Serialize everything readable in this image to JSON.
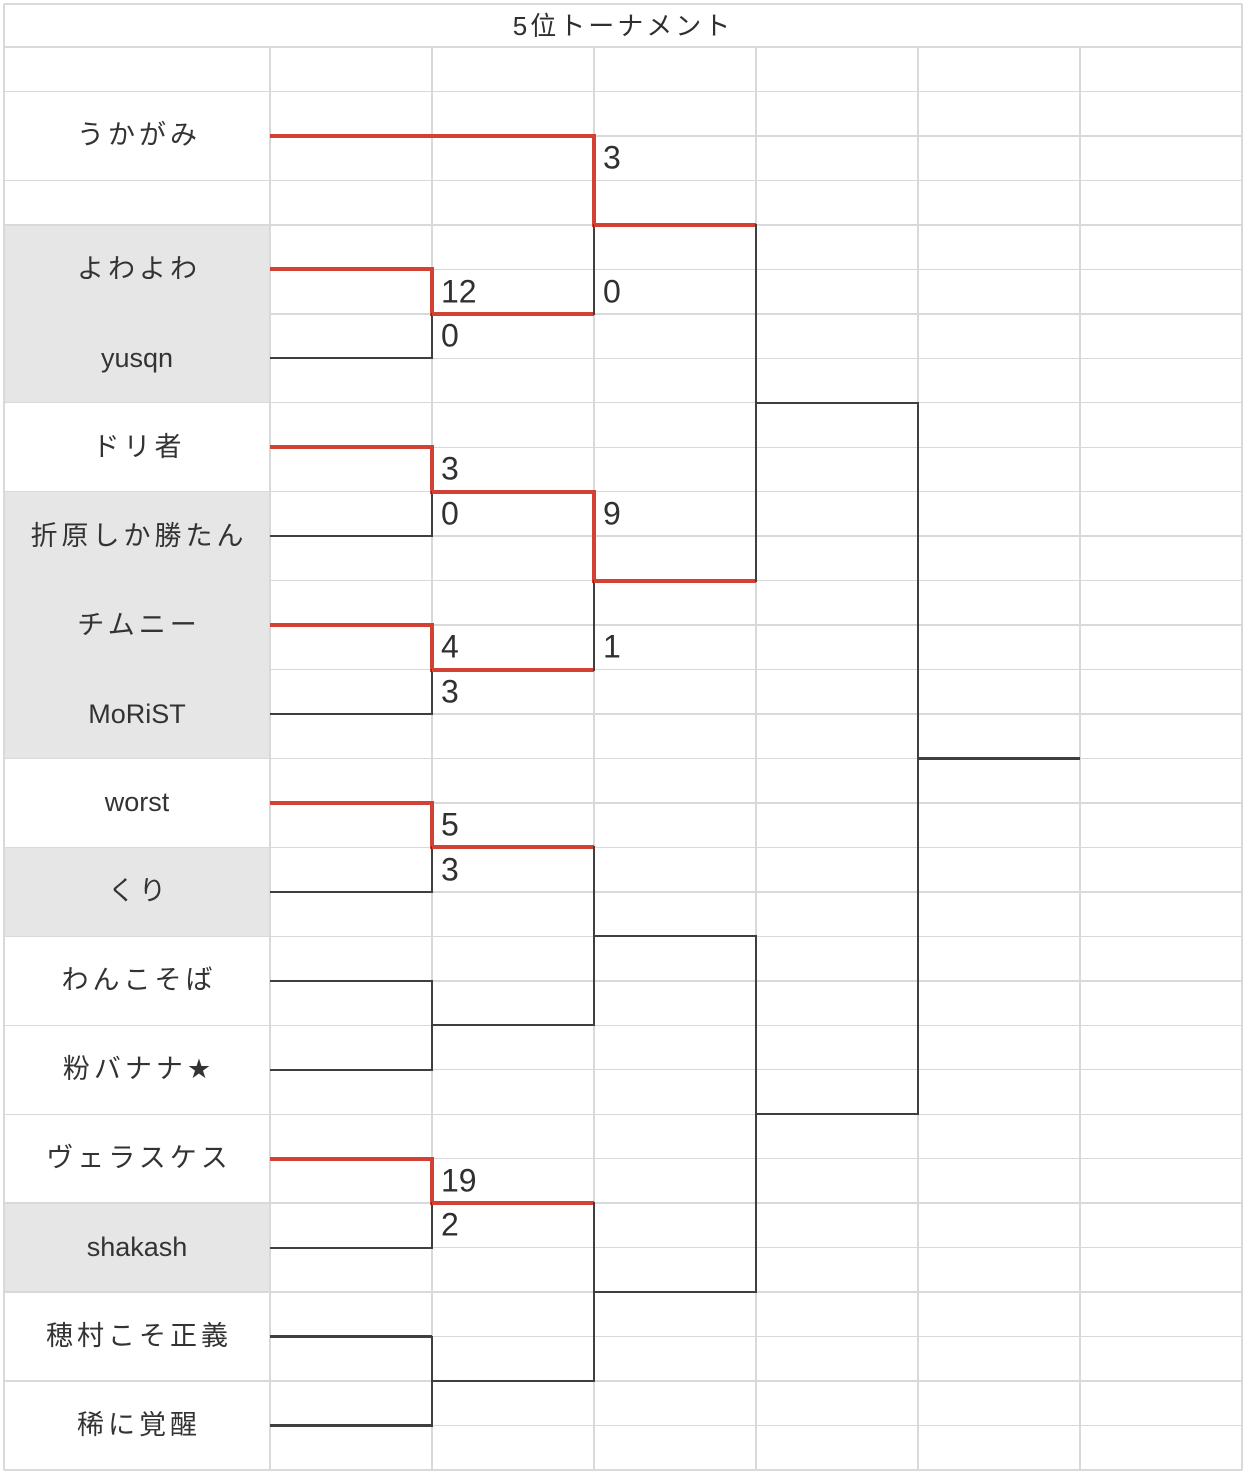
{
  "title": "5位トーナメント",
  "colors": {
    "winner_path": "#d24134",
    "bracket_line": "#3f3f3f",
    "gridline": "#d9d9d9",
    "shaded_cell": "#e6e6e6",
    "text": "#333333",
    "background": "#ffffff"
  },
  "players": [
    {
      "name": "うかがみ",
      "shaded": false
    },
    {
      "name": "よわよわ",
      "shaded": true
    },
    {
      "name": "yusqn",
      "shaded": true
    },
    {
      "name": "ドリ者",
      "shaded": false
    },
    {
      "name": "折原しか勝たん",
      "shaded": true
    },
    {
      "name": "チムニー",
      "shaded": true
    },
    {
      "name": "MoRiST",
      "shaded": true
    },
    {
      "name": "worst",
      "shaded": false
    },
    {
      "name": "くり",
      "shaded": true
    },
    {
      "name": "わんこそば",
      "shaded": false
    },
    {
      "name": "粉バナナ★",
      "shaded": false
    },
    {
      "name": "ヴェラスケス",
      "shaded": false
    },
    {
      "name": "shakash",
      "shaded": true
    },
    {
      "name": "穂村こそ正義",
      "shaded": false
    },
    {
      "name": "稀に覚醒",
      "shaded": false
    }
  ],
  "matches": [
    {
      "id": "m1",
      "round": 1,
      "top": {
        "slot": 1
      },
      "bottom": {
        "slot": 2
      },
      "winner": "top",
      "scores": [
        "12",
        "0"
      ]
    },
    {
      "id": "m2",
      "round": 1,
      "top": {
        "slot": 3
      },
      "bottom": {
        "slot": 4
      },
      "winner": "top",
      "scores": [
        "3",
        "0"
      ]
    },
    {
      "id": "m3",
      "round": 1,
      "top": {
        "slot": 5
      },
      "bottom": {
        "slot": 6
      },
      "winner": "top",
      "scores": [
        "4",
        "3"
      ]
    },
    {
      "id": "m4",
      "round": 1,
      "top": {
        "slot": 7
      },
      "bottom": {
        "slot": 8
      },
      "winner": "top",
      "scores": [
        "5",
        "3"
      ]
    },
    {
      "id": "m5",
      "round": 1,
      "top": {
        "slot": 9
      },
      "bottom": {
        "slot": 10
      },
      "winner": null,
      "scores": [
        null,
        null
      ]
    },
    {
      "id": "m6",
      "round": 1,
      "top": {
        "slot": 11
      },
      "bottom": {
        "slot": 12
      },
      "winner": "top",
      "scores": [
        "19",
        "2"
      ]
    },
    {
      "id": "m7",
      "round": 1,
      "top": {
        "slot": 13
      },
      "bottom": {
        "slot": 14
      },
      "winner": null,
      "scores": [
        null,
        null
      ]
    },
    {
      "id": "m8",
      "round": 2,
      "top": {
        "slot": 0
      },
      "bottom": {
        "match": "m1"
      },
      "winner": "top",
      "scores": [
        "3",
        "0"
      ]
    },
    {
      "id": "m9",
      "round": 2,
      "top": {
        "match": "m2"
      },
      "bottom": {
        "match": "m3"
      },
      "winner": "top",
      "scores": [
        "9",
        "1"
      ]
    },
    {
      "id": "m10",
      "round": 2,
      "top": {
        "match": "m4"
      },
      "bottom": {
        "match": "m5"
      },
      "winner": null,
      "scores": [
        null,
        null
      ]
    },
    {
      "id": "m11",
      "round": 2,
      "top": {
        "match": "m6"
      },
      "bottom": {
        "match": "m7"
      },
      "winner": null,
      "scores": [
        null,
        null
      ]
    },
    {
      "id": "m12",
      "round": 3,
      "top": {
        "match": "m8"
      },
      "bottom": {
        "match": "m9"
      },
      "winner": null,
      "scores": [
        null,
        null
      ]
    },
    {
      "id": "m13",
      "round": 3,
      "top": {
        "match": "m10"
      },
      "bottom": {
        "match": "m11"
      },
      "winner": null,
      "scores": [
        null,
        null
      ]
    },
    {
      "id": "m14",
      "round": 4,
      "top": {
        "match": "m12"
      },
      "bottom": {
        "match": "m13"
      },
      "winner": null,
      "scores": [
        null,
        null
      ]
    }
  ]
}
